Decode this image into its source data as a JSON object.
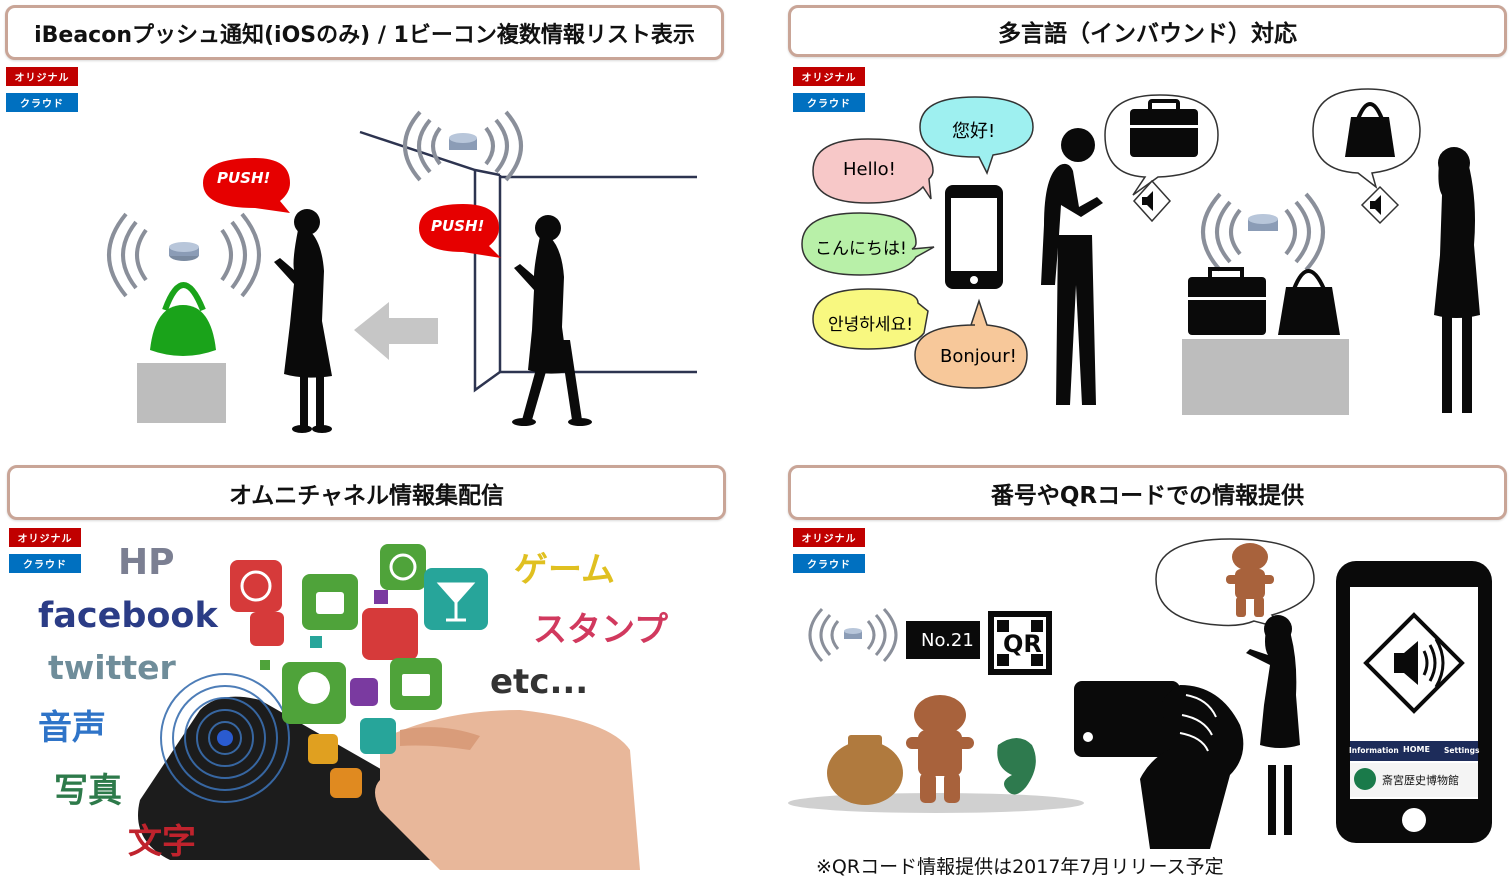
{
  "panels": {
    "p1": {
      "title": "iBeaconプッシュ通知(iOSのみ) / 1ビーコン複数情報リスト表示",
      "push1": "PUSH!",
      "push2": "PUSH!"
    },
    "p2": {
      "title": "多言語（インバウンド）対応",
      "hello": "Hello!",
      "nihao": "您好!",
      "konnichiwa": "こんにちは!",
      "annyeong": "안녕하세요!",
      "bonjour": "Bonjour!"
    },
    "p3": {
      "title": "オムニチャネル情報集配信",
      "hp": "HP",
      "facebook": "facebook",
      "twitter": "twitter",
      "voice": "音声",
      "photo": "写真",
      "text": "文字",
      "game": "ゲーム",
      "stamp": "スタンプ",
      "etc": "etc..."
    },
    "p4": {
      "title": "番号やQRコードでの情報提供",
      "number": "No.21",
      "qr": "QR",
      "menu_info": "Information",
      "menu_home": "HOME",
      "menu_settings": "Settings",
      "museum": "斎宮歴史博物館",
      "note": "※QRコード情報提供は2017年7月リリース予定"
    }
  },
  "tags": {
    "original": "オリジナル",
    "cloud": "クラウド"
  },
  "colors": {
    "title_border": "#c9a597",
    "tag_red": "#c00000",
    "tag_blue": "#0070c0",
    "push_red": "#e60000",
    "bag_green": "#1aa31a"
  }
}
